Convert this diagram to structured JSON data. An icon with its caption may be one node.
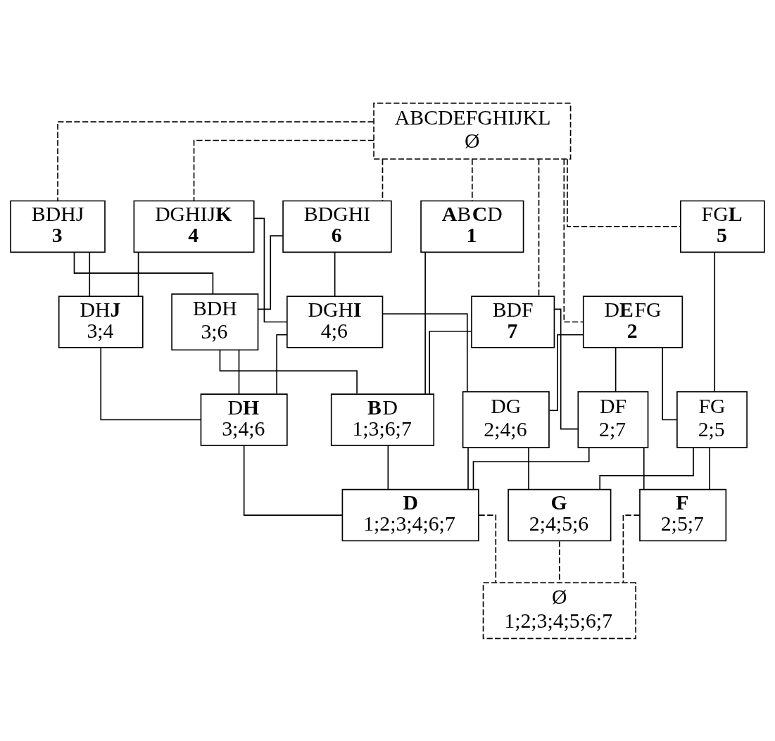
{
  "diagram": {
    "nodes": [
      {
        "text": [
          "ABCDEFGHIJKL",
          "Ø"
        ]
      },
      {
        "text": [
          "DGHIJ**K**",
          "**4**"
        ]
      },
      {
        "text": [
          "BDGHI",
          "**6**"
        ]
      },
      {
        "text": [
          "**A**B**C**D",
          "**1**"
        ]
      },
      {
        "text": [
          "BDHJ",
          "**3**"
        ]
      },
      {
        "text": [
          "DGH**I**",
          "4;6"
        ]
      },
      {
        "text": [
          "D**E**FG",
          "**2**"
        ]
      },
      {
        "text": [
          "BDH",
          "3;6"
        ]
      },
      {
        "text": [
          "DH**J**",
          "3;4"
        ]
      },
      {
        "text": [
          "BDF",
          "**7**"
        ]
      },
      {
        "text": [
          "FG**L**",
          "**5**"
        ]
      },
      {
        "text": [
          "**B**D",
          "1;3;6;7"
        ]
      },
      {
        "text": [
          "D**H**",
          "3;4;6"
        ]
      },
      {
        "text": [
          "DG",
          "2;4;6"
        ]
      },
      {
        "text": [
          "DF",
          "2;7"
        ]
      },
      {
        "text": [
          "FG",
          "2;5"
        ]
      },
      {
        "text": [
          "**D**",
          "1;2;3;4;6;7"
        ]
      },
      {
        "text": [
          "**G**",
          "2;4;5;6"
        ]
      },
      {
        "text": [
          "**F**",
          "2;5;7"
        ]
      },
      {
        "text": [
          "Ø",
          "1;2;3;4;5;6;7"
        ]
      }
    ],
    "edges": [
      {
        "from": 0,
        "to": 3,
        "arrow": "none",
        "style": "dashed"
      },
      {
        "from": 0,
        "to": 2,
        "arrow": "none",
        "style": "dashed"
      },
      {
        "from": 0,
        "to": 4,
        "arrow": "none",
        "style": "dashed"
      },
      {
        "from": 0,
        "to": 1,
        "arrow": "none",
        "style": "dashed"
      },
      {
        "from": 0,
        "to": 9,
        "arrow": "none",
        "style": "dashed"
      },
      {
        "from": 0,
        "to": 6,
        "arrow": "none",
        "style": "dashed"
      },
      {
        "from": 0,
        "to": 10,
        "arrow": "none",
        "style": "dashed"
      },
      {
        "from": 2,
        "to": 5,
        "arrow": "none"
      },
      {
        "from": 1,
        "to": 5,
        "arrow": "none"
      },
      {
        "from": 2,
        "to": 7,
        "arrow": "none"
      },
      {
        "from": 4,
        "to": 7,
        "arrow": "none"
      },
      {
        "from": 4,
        "to": 8,
        "arrow": "none"
      },
      {
        "from": 1,
        "to": 8,
        "arrow": "none"
      },
      {
        "from": 7,
        "to": 11,
        "arrow": "none"
      },
      {
        "from": 3,
        "to": 11,
        "arrow": "none"
      },
      {
        "from": 9,
        "to": 11,
        "arrow": "none"
      },
      {
        "from": 7,
        "to": 12,
        "arrow": "none"
      },
      {
        "from": 8,
        "to": 12,
        "arrow": "none"
      },
      {
        "from": 5,
        "to": 12,
        "arrow": "none"
      },
      {
        "from": 5,
        "to": 13,
        "arrow": "none"
      },
      {
        "from": 6,
        "to": 13,
        "arrow": "none"
      },
      {
        "from": 9,
        "to": 14,
        "arrow": "none"
      },
      {
        "from": 6,
        "to": 14,
        "arrow": "none"
      },
      {
        "from": 6,
        "to": 15,
        "arrow": "none"
      },
      {
        "from": 10,
        "to": 15,
        "arrow": "none"
      },
      {
        "from": 11,
        "to": 16,
        "arrow": "none"
      },
      {
        "from": 12,
        "to": 16,
        "arrow": "none"
      },
      {
        "from": 13,
        "to": 16,
        "arrow": "none"
      },
      {
        "from": 14,
        "to": 16,
        "arrow": "none"
      },
      {
        "from": 13,
        "to": 17,
        "arrow": "none"
      },
      {
        "from": 15,
        "to": 17,
        "arrow": "none"
      },
      {
        "from": 14,
        "to": 18,
        "arrow": "none"
      },
      {
        "from": 15,
        "to": 18,
        "arrow": "none"
      },
      {
        "from": 16,
        "to": 19,
        "arrow": "none",
        "style": "dashed"
      },
      {
        "from": 17,
        "to": 19,
        "arrow": "none",
        "style": "dashed"
      },
      {
        "from": 18,
        "to": 19,
        "arrow": "none",
        "style": "dashed"
      }
    ]
  }
}
